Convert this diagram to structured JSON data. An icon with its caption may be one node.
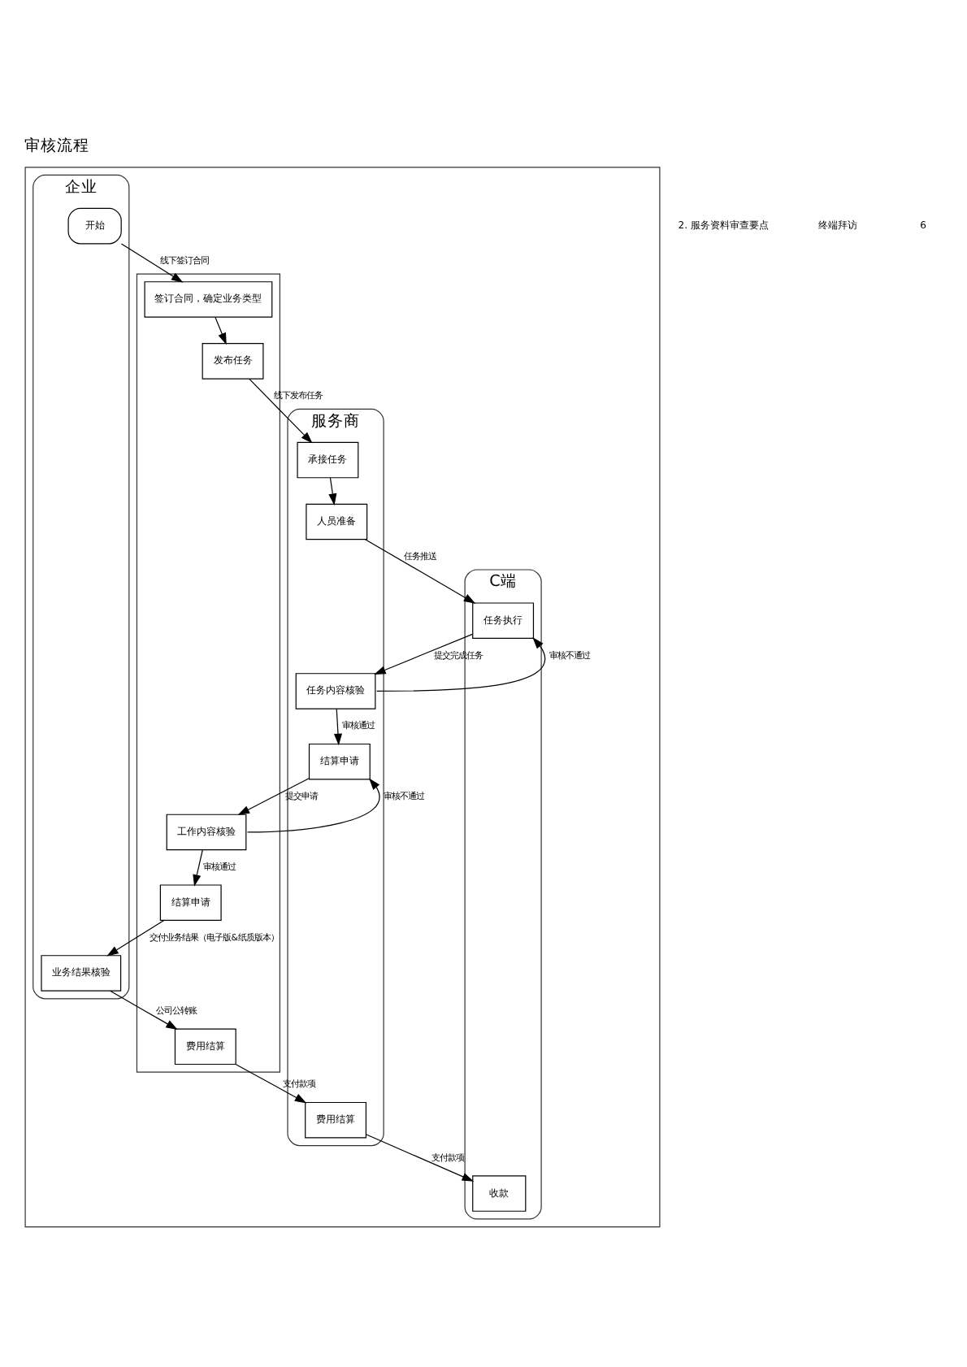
{
  "diagram": {
    "title": "审核流程",
    "nodes": [
      {
        "text": [],
        "shape": "box"
      },
      {
        "text": [
          "企业"
        ],
        "in": 0
      },
      {
        "text": [],
        "shape": "box",
        "in": 0
      },
      {
        "text": [
          "服务商"
        ],
        "in": 0
      },
      {
        "text": [
          "C端"
        ],
        "in": 0
      },
      {
        "text": [
          "开始"
        ],
        "in": 1
      },
      {
        "text": [
          "签订合同，确定业务类型"
        ],
        "in": 2
      },
      {
        "text": [
          "发布任务"
        ],
        "in": 2
      },
      {
        "text": [
          "承接任务"
        ],
        "in": 3
      },
      {
        "text": [
          "人员准备"
        ],
        "in": 3
      },
      {
        "text": [
          "任务执行"
        ],
        "in": 4
      },
      {
        "text": [
          "任务内容核验"
        ],
        "in": 3
      },
      {
        "text": [
          "结算申请"
        ],
        "in": 3
      },
      {
        "text": [
          "工作内容核验"
        ],
        "in": 2
      },
      {
        "text": [
          "结算申请"
        ],
        "in": 2
      },
      {
        "text": [
          "业务结果核验"
        ],
        "in": 1
      },
      {
        "text": [
          "费用结算"
        ],
        "in": 2
      },
      {
        "text": [
          "费用结算"
        ],
        "in": 3
      },
      {
        "text": [
          "收款"
        ],
        "in": 4
      }
    ],
    "edges": [
      {
        "from": 5,
        "to": 6,
        "arrow": "to",
        "label": "线下签订合同"
      },
      {
        "from": 6,
        "to": 7,
        "arrow": "to"
      },
      {
        "from": 7,
        "to": 8,
        "arrow": "to",
        "label": "线下发布任务"
      },
      {
        "from": 8,
        "to": 9,
        "arrow": "to"
      },
      {
        "from": 9,
        "to": 10,
        "arrow": "to",
        "label": "任务推送"
      },
      {
        "from": 10,
        "to": 11,
        "arrow": "to",
        "label": "提交完成任务"
      },
      {
        "from": 11,
        "to": 10,
        "arrow": "to",
        "label": "审核不通过"
      },
      {
        "from": 11,
        "to": 12,
        "arrow": "to",
        "label": "审核通过"
      },
      {
        "from": 12,
        "to": 13,
        "arrow": "to",
        "label": "提交申请"
      },
      {
        "from": 13,
        "to": 12,
        "arrow": "to",
        "label": "审核不通过"
      },
      {
        "from": 13,
        "to": 14,
        "arrow": "to",
        "label": "审核通过"
      },
      {
        "from": 14,
        "to": 15,
        "arrow": "to",
        "label": "交付业务结果（电子版&纸质版本）"
      },
      {
        "from": 15,
        "to": 16,
        "arrow": "to",
        "label": "公司公转账"
      },
      {
        "from": 16,
        "to": 17,
        "arrow": "to",
        "label": "支付款项"
      },
      {
        "from": 17,
        "to": 18,
        "arrow": "to",
        "label": "支付款项"
      }
    ],
    "labels": [
      "2. 服务资料审查要点",
      "终端拜访",
      "6"
    ]
  }
}
